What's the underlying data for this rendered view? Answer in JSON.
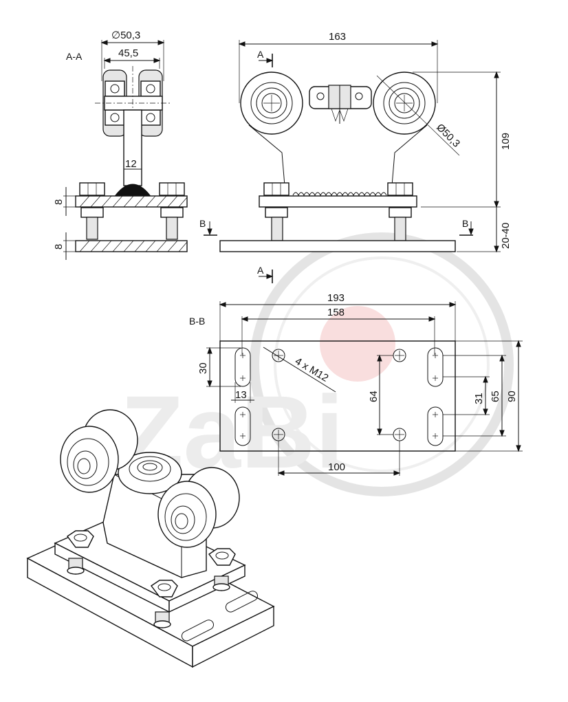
{
  "section_labels": {
    "aa": "A-A",
    "bb": "B-B",
    "cut_a_top": "A",
    "cut_a_bottom": "A",
    "cut_b_left": "B",
    "cut_b_right": "B"
  },
  "section_aa": {
    "outer_diameter": "∅50,3",
    "inner_width": "45,5",
    "shaft": "12",
    "plate_thickness_top": "8",
    "plate_thickness_bottom": "8"
  },
  "front_view": {
    "overall_width": "163",
    "overall_height": "109",
    "wheel_diameter": "Ø50,3",
    "adjust_range": "20-40"
  },
  "section_bb": {
    "plate_width": "193",
    "hole_spacing": "158",
    "slot_length": "30",
    "slot_width": "13",
    "thread_note": "4 x M12",
    "bolt_spacing_horizontal": "100",
    "bolt_spacing_vertical": "64",
    "slot_spacing_inner": "31",
    "slot_spacing_outer": "65",
    "plate_height": "90"
  },
  "watermark": {
    "text": "ZaBi",
    "colors": {
      "ring": "#dcdcdc",
      "dot": "#f6c9c9"
    }
  }
}
